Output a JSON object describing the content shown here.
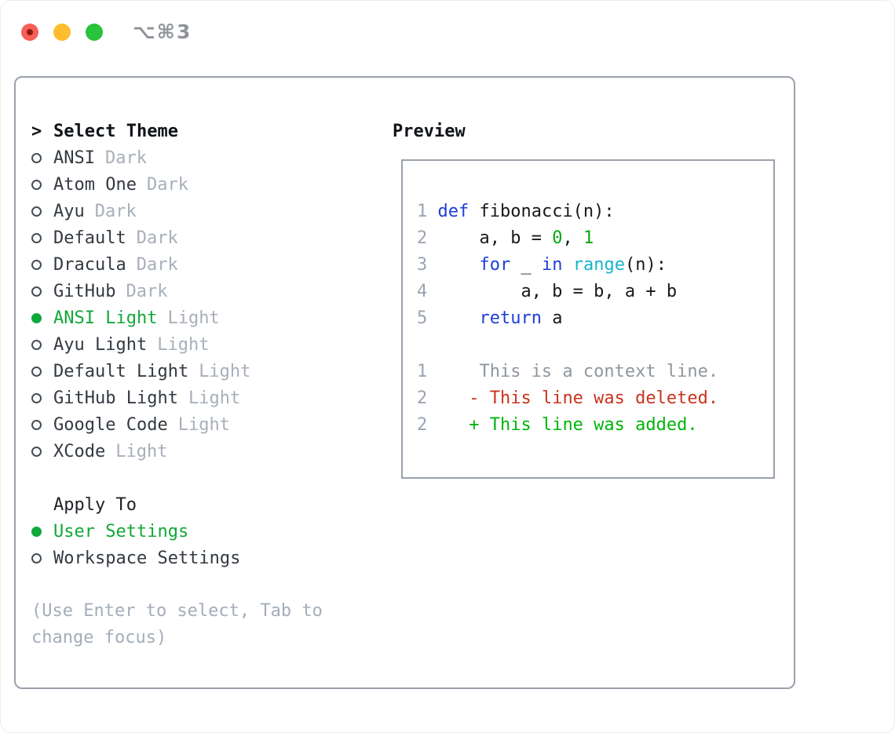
{
  "window": {
    "title": "⌥⌘3",
    "traffic_lights": {
      "close_color": "#f65f57",
      "minimize_color": "#fdbd2e",
      "zoom_color": "#29c33d"
    }
  },
  "theme_panel": {
    "cursor": ">",
    "header": "Select Theme",
    "items": [
      {
        "name": "ANSI",
        "variant": "Dark",
        "selected": false
      },
      {
        "name": "Atom One",
        "variant": "Dark",
        "selected": false
      },
      {
        "name": "Ayu",
        "variant": "Dark",
        "selected": false
      },
      {
        "name": "Default",
        "variant": "Dark",
        "selected": false
      },
      {
        "name": "Dracula",
        "variant": "Dark",
        "selected": false
      },
      {
        "name": "GitHub",
        "variant": "Dark",
        "selected": false
      },
      {
        "name": "ANSI Light",
        "variant": "Light",
        "selected": true
      },
      {
        "name": "Ayu Light",
        "variant": "Light",
        "selected": false
      },
      {
        "name": "Default Light",
        "variant": "Light",
        "selected": false
      },
      {
        "name": "GitHub Light",
        "variant": "Light",
        "selected": false
      },
      {
        "name": "Google Code",
        "variant": "Light",
        "selected": false
      },
      {
        "name": "XCode",
        "variant": "Light",
        "selected": false
      }
    ],
    "apply_header": "Apply To",
    "apply_items": [
      {
        "name": "User Settings",
        "selected": true
      },
      {
        "name": "Workspace Settings",
        "selected": false
      }
    ],
    "help": "(Use Enter to select, Tab to change focus)"
  },
  "preview": {
    "heading": "Preview",
    "code_lines": [
      {
        "num": "1",
        "segments": [
          {
            "c": "kw",
            "t": "def"
          },
          {
            "c": "pl",
            "t": " fibonacci(n):"
          }
        ]
      },
      {
        "num": "2",
        "segments": [
          {
            "c": "pl",
            "t": "    a, b = "
          },
          {
            "c": "lit",
            "t": "0"
          },
          {
            "c": "pl",
            "t": ", "
          },
          {
            "c": "lit",
            "t": "1"
          }
        ]
      },
      {
        "num": "3",
        "segments": [
          {
            "c": "pl",
            "t": "    "
          },
          {
            "c": "kw",
            "t": "for"
          },
          {
            "c": "pl",
            "t": " _ "
          },
          {
            "c": "kw",
            "t": "in"
          },
          {
            "c": "pl",
            "t": " "
          },
          {
            "c": "fn",
            "t": "range"
          },
          {
            "c": "pl",
            "t": "(n):"
          }
        ]
      },
      {
        "num": "4",
        "segments": [
          {
            "c": "pl",
            "t": "        a, b = b, a + b"
          }
        ]
      },
      {
        "num": "5",
        "segments": [
          {
            "c": "pl",
            "t": "    "
          },
          {
            "c": "kw",
            "t": "return"
          },
          {
            "c": "pl",
            "t": " a"
          }
        ]
      },
      {
        "num": "",
        "segments": []
      },
      {
        "num": "1",
        "segments": [
          {
            "c": "ctx",
            "t": "    This is a context line."
          }
        ]
      },
      {
        "num": "2",
        "segments": [
          {
            "c": "pl",
            "t": "   "
          },
          {
            "c": "del",
            "t": "- This line was deleted."
          }
        ]
      },
      {
        "num": "2",
        "segments": [
          {
            "c": "pl",
            "t": "   "
          },
          {
            "c": "add",
            "t": "+ This line was added."
          }
        ]
      }
    ]
  },
  "colors": {
    "selection_green": "#12a73a",
    "keyword_blue": "#1e3ed9",
    "builtin_cyan": "#17b5cd",
    "number_literal_green": "#06a80d",
    "deleted_red": "#c9341f",
    "added_green": "#00b40b",
    "context_gray": "#8f979e",
    "line_number_gray": "#9aa5b2",
    "panel_border_gray": "#99a1ac",
    "muted_text_gray": "#a7afba"
  }
}
